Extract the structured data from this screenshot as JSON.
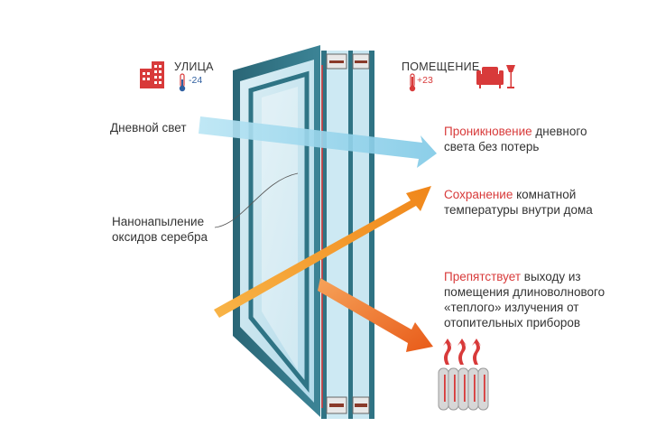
{
  "outside": {
    "label": "УЛИЦА",
    "temp": "-24",
    "icon": "building-icon",
    "thermo_icon": "thermometer-cold-icon"
  },
  "inside": {
    "label": "ПОМЕЩЕНИЕ",
    "temp": "+23",
    "icon": "sofa-lamp-icon",
    "thermo_icon": "thermometer-warm-icon"
  },
  "left_labels": {
    "daylight": "Дневной свет",
    "coating_line1": "Нанонапыление",
    "coating_line2": "оксидов серебра"
  },
  "right_labels": [
    {
      "highlight": "Проникновение",
      "rest1": " дневного",
      "rest2": "света без потерь"
    },
    {
      "highlight": "Сохранение",
      "rest1": " комнатной",
      "rest2": "температуры внутри дома"
    },
    {
      "highlight": "Препятствует",
      "rest1": " выходу из",
      "rest2": "помещения длиноволнового",
      "rest3": "«теплого» излучения от",
      "rest4": "отопительных приборов"
    }
  ],
  "colors": {
    "accent_red": "#d83a3a",
    "frame": "#2e6f7e",
    "light_arrow": "#8fd0ea",
    "heat_arrow": "#f39a1e",
    "radiation_arrow": "#ec6a1e"
  }
}
